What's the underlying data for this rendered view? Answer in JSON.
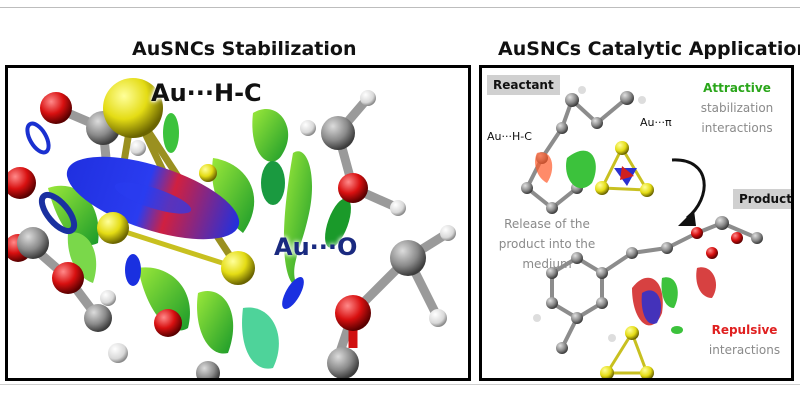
{
  "titles": {
    "left": "AuSNCs Stabilization",
    "right": "AuSNCs Catalytic Application"
  },
  "left_panel": {
    "label_auhc": "Au···H-C",
    "label_auo": "Au···O"
  },
  "right_panel": {
    "reactant_tag": "Reactant",
    "product_tag": "Product",
    "label_auhc": "Au···H-C",
    "label_aupi": "Au···π",
    "attractive": {
      "word": "Attractive",
      "line2": "stabilization",
      "line3": "interactions"
    },
    "release": {
      "line1": "Release of the",
      "line2": "product into the",
      "line3": "medium"
    },
    "repulsive": {
      "word": "Repulsive",
      "line2": "interactions"
    }
  },
  "colors": {
    "gold_sulfur": "#e8e020",
    "carbon": "#8c8c8c",
    "oxygen": "#d01010",
    "hydrogen": "#e0e0e0",
    "attractive_surface": "#2a62e0",
    "vdw_surface": "#3cc23c",
    "repulsive_surface": "#d02020"
  }
}
